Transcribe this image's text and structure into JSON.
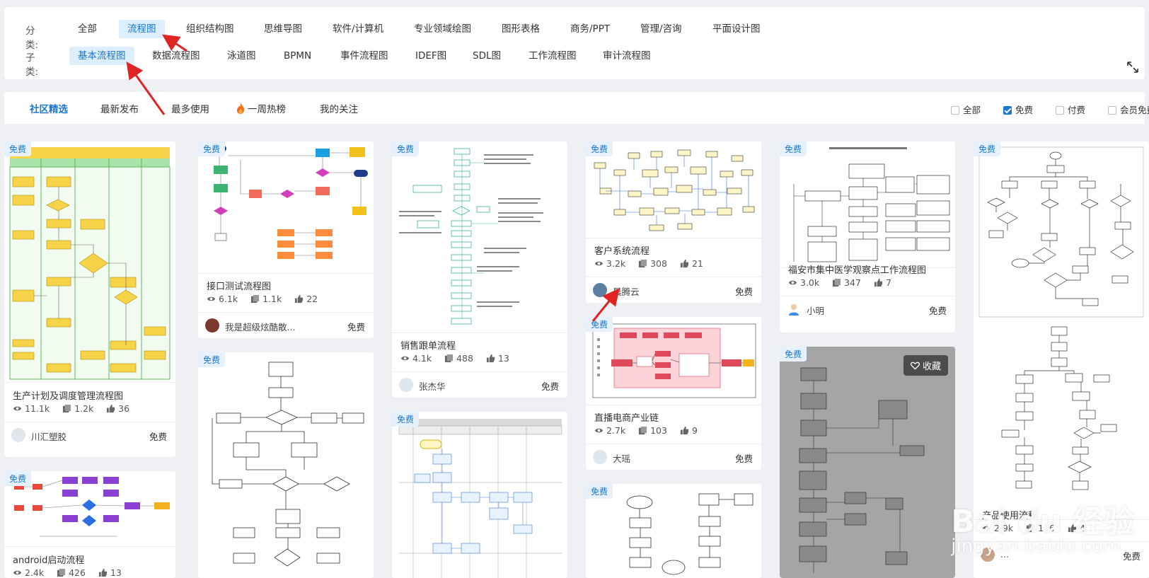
{
  "category": {
    "label": "分类:",
    "items": [
      "全部",
      "流程图",
      "组织结构图",
      "思维导图",
      "软件/计算机",
      "专业领域绘图",
      "图形表格",
      "商务/PPT",
      "管理/咨询",
      "平面设计图"
    ],
    "active": "流程图"
  },
  "subcategory": {
    "label": "子类:",
    "items": [
      "基本流程图",
      "数据流程图",
      "泳道图",
      "BPMN",
      "事件流程图",
      "IDEF图",
      "SDL图",
      "工作流程图",
      "审计流程图"
    ],
    "active": "基本流程图"
  },
  "tabs": [
    "社区精选",
    "最新发布",
    "最多使用",
    "一周热榜",
    "我的关注"
  ],
  "filters": [
    {
      "label": "全部",
      "checked": false
    },
    {
      "label": "免费",
      "checked": true
    },
    {
      "label": "付费",
      "checked": false
    },
    {
      "label": "会员免费",
      "checked": false
    }
  ],
  "badge_free": "免费",
  "fav_label": "收藏",
  "cards": [
    {
      "title": "生产计划及调度管理流程图",
      "views": "11.1k",
      "copies": "1.2k",
      "likes": "36",
      "author": "川汇塑胶",
      "price": "免费"
    },
    {
      "title": "android启动流程",
      "views": "2.4k",
      "copies": "426",
      "likes": "13"
    },
    {
      "title": "接口测试流程图",
      "views": "6.1k",
      "copies": "1.1k",
      "likes": "22",
      "author": "我是超级炫酷散...",
      "price": "免费"
    },
    {
      "title": "",
      "views": "",
      "copies": "",
      "likes": ""
    },
    {
      "title": "销售跟单流程",
      "views": "4.1k",
      "copies": "488",
      "likes": "13",
      "author": "张杰华",
      "price": "免费"
    },
    {
      "title": "",
      "views": "",
      "copies": "",
      "likes": ""
    },
    {
      "title": "客户系统流程",
      "views": "3.2k",
      "copies": "308",
      "likes": "21",
      "author": "晨腾云",
      "price": "免费"
    },
    {
      "title": "直播电商产业链",
      "views": "2.7k",
      "copies": "103",
      "likes": "9",
      "author": "大瑶",
      "price": "免费"
    },
    {
      "title": "",
      "views": "",
      "copies": "",
      "likes": ""
    },
    {
      "title": "福安市集中医学观察点工作流程图",
      "views": "3.0k",
      "copies": "347",
      "likes": "7",
      "author": "小明",
      "price": "免费"
    },
    {
      "title": "",
      "views": "",
      "copies": "",
      "likes": ""
    },
    {
      "title": "产品使用流程",
      "views": "2.9k",
      "copies": "116",
      "likes": "4",
      "author": "...",
      "price": "免费"
    }
  ],
  "watermark": {
    "main": "Bai du 经验",
    "sub": "jingyan.baidu.com"
  },
  "colors": {
    "accent": "#1677d2",
    "active_bg": "#ddeefe",
    "badge_bg": "#e6f1fd",
    "annotation_arrow": "#e02424"
  }
}
